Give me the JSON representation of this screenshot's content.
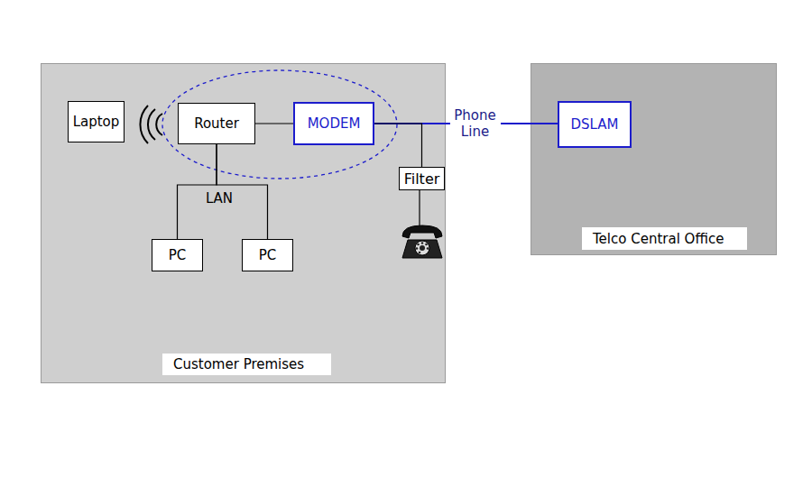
{
  "diagram": {
    "nodes": [
      {
        "text": [
          "Customer Premises"
        ]
      },
      {
        "text": [
          "Telco Central Office"
        ]
      },
      {
        "text": [
          "Laptop"
        ],
        "in": 0
      },
      {
        "text": [
          "Router"
        ],
        "in": 0
      },
      {
        "text": [
          "MODEM"
        ],
        "in": 0
      },
      {
        "text": [
          "Filter"
        ],
        "in": 0
      },
      {
        "text": [
          "PC"
        ],
        "in": 0
      },
      {
        "text": [
          "PC"
        ],
        "in": 0
      },
      {
        "text": [
          "DSLAM"
        ],
        "in": 1
      }
    ],
    "edges": [
      {
        "from": 3,
        "to": 4,
        "arrow": "none"
      },
      {
        "from": 4,
        "to": 8,
        "label": "Phone Line",
        "arrow": "none"
      },
      {
        "from": 3,
        "to": 6,
        "arrow": "none"
      },
      {
        "from": 3,
        "to": 7,
        "arrow": "none"
      },
      {
        "from": 4,
        "to": 5,
        "arrow": "none"
      }
    ],
    "labels": [
      "LAN"
    ]
  }
}
